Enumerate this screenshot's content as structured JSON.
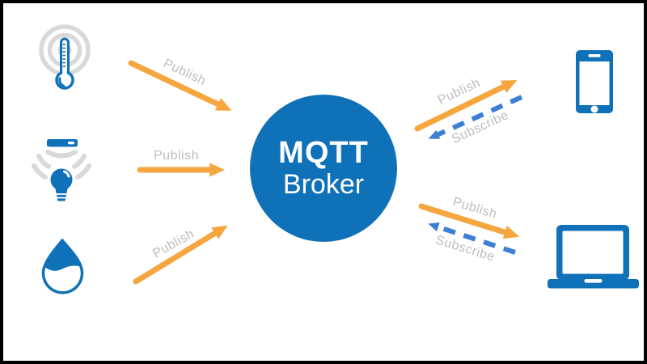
{
  "diagram": {
    "broker": {
      "title": "MQTT",
      "subtitle": "Broker"
    },
    "arrows": {
      "left_top": {
        "label": "Publish",
        "direction": "sensor-to-broker"
      },
      "left_middle": {
        "label": "Publish",
        "direction": "sensor-to-broker"
      },
      "left_bottom": {
        "label": "Publish",
        "direction": "sensor-to-broker"
      },
      "right_top_publish": {
        "label": "Publish",
        "direction": "broker-to-phone"
      },
      "right_top_subscribe": {
        "label": "Subscribe",
        "direction": "phone-to-broker"
      },
      "right_bottom_publish": {
        "label": "Publish",
        "direction": "broker-to-laptop"
      },
      "right_bottom_subscribe": {
        "label": "Subscribe",
        "direction": "laptop-to-broker"
      }
    },
    "devices": {
      "publishers": [
        "temperature-sensor",
        "smart-lightbulb",
        "water-drop-sensor"
      ],
      "subscribers": [
        "smartphone",
        "laptop"
      ]
    },
    "colors": {
      "brand-blue": "#0f71b8",
      "link-blue": "#3c7fd3",
      "arrow-orange": "#f6a63f",
      "label-gray": "#bdbdbd",
      "signal-gray": "#d9d9d9",
      "frame-black": "#000000",
      "background": "#ffffff"
    }
  }
}
